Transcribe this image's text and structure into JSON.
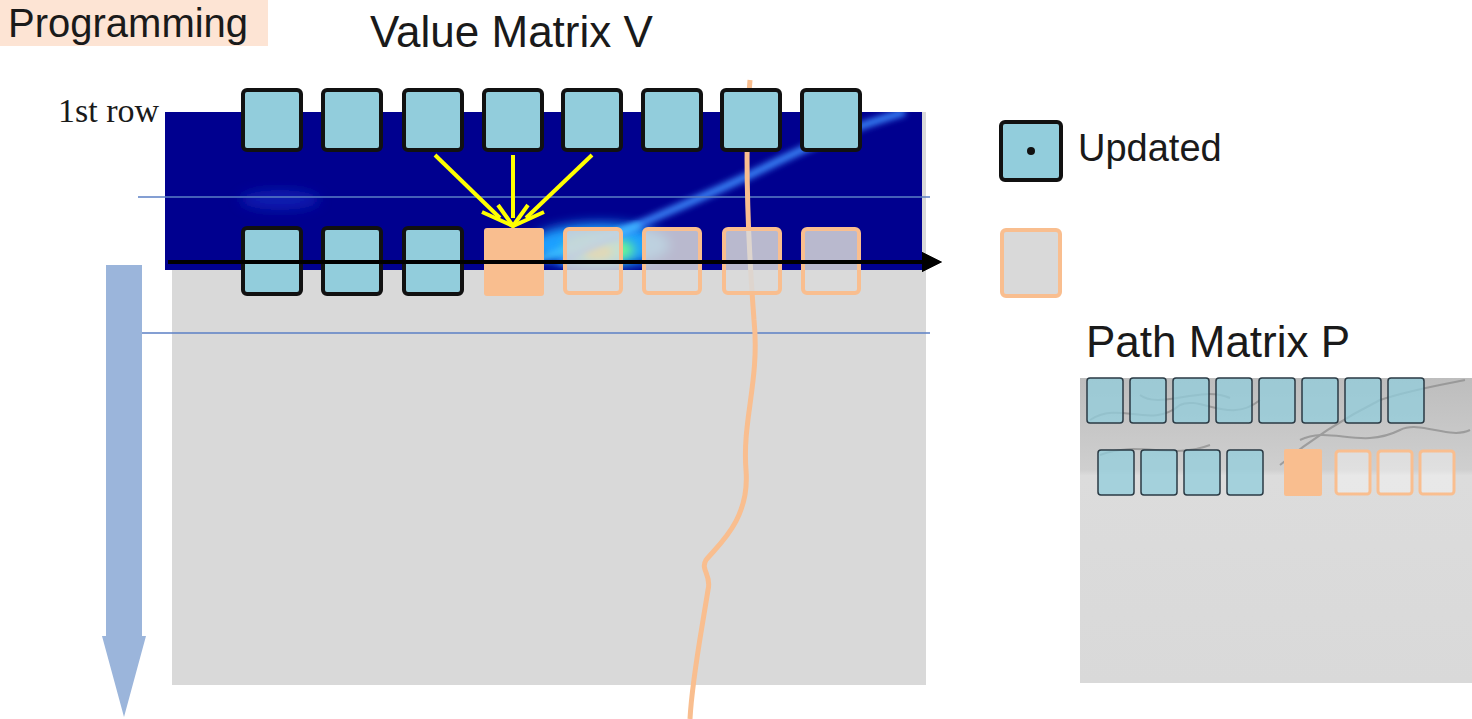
{
  "diagram": {
    "title": "Programming",
    "labels": [
      "Value Matrix V",
      "1st row",
      "Path Matrix P"
    ],
    "legend": [
      {
        "text": "Updated"
      }
    ]
  }
}
